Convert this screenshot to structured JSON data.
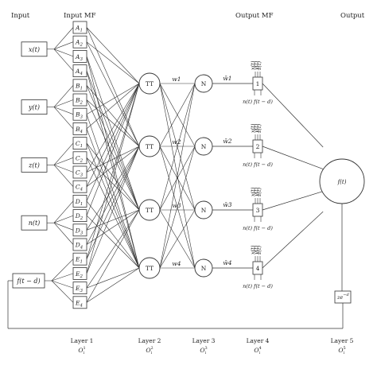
{
  "headers": {
    "input": "Input",
    "input_mf": "Input MF",
    "output_mf": "Output MF",
    "output": "Output"
  },
  "inputs": [
    "x(t)",
    "y(t)",
    "z(t)",
    "n(t)",
    "f(t − d)"
  ],
  "mf_groups": [
    {
      "letter": "A",
      "count": 4
    },
    {
      "letter": "B",
      "count": 4
    },
    {
      "letter": "C",
      "count": 4
    },
    {
      "letter": "D",
      "count": 4
    },
    {
      "letter": "E",
      "count": 4
    }
  ],
  "rule_label": "TT",
  "norm_label": "N",
  "weights": [
    "w1",
    "w2",
    "w3",
    "w4"
  ],
  "norm_weights": [
    "w̄1",
    "w̄2",
    "w̄3",
    "w̄4"
  ],
  "consequents": [
    "1",
    "2",
    "3",
    "4"
  ],
  "consequent_inputs_top": [
    "x(t)",
    "y(t)",
    "z(t)"
  ],
  "consequent_inputs_bottom": "n(t) f(t − d)",
  "output_node": "f(t)",
  "delay": "ze",
  "delay_exp": "−d",
  "layers": [
    {
      "name": "Layer 1",
      "sym": "O",
      "sup": "1",
      "sub": "i"
    },
    {
      "name": "Layer 2",
      "sym": "O",
      "sup": "2",
      "sub": "i"
    },
    {
      "name": "Layer 3",
      "sym": "O",
      "sup": "3",
      "sub": "i"
    },
    {
      "name": "Layer 4",
      "sym": "O",
      "sup": "4",
      "sub": "i"
    },
    {
      "name": "Layer 5",
      "sym": "O",
      "sup": "5",
      "sub": "i"
    }
  ]
}
